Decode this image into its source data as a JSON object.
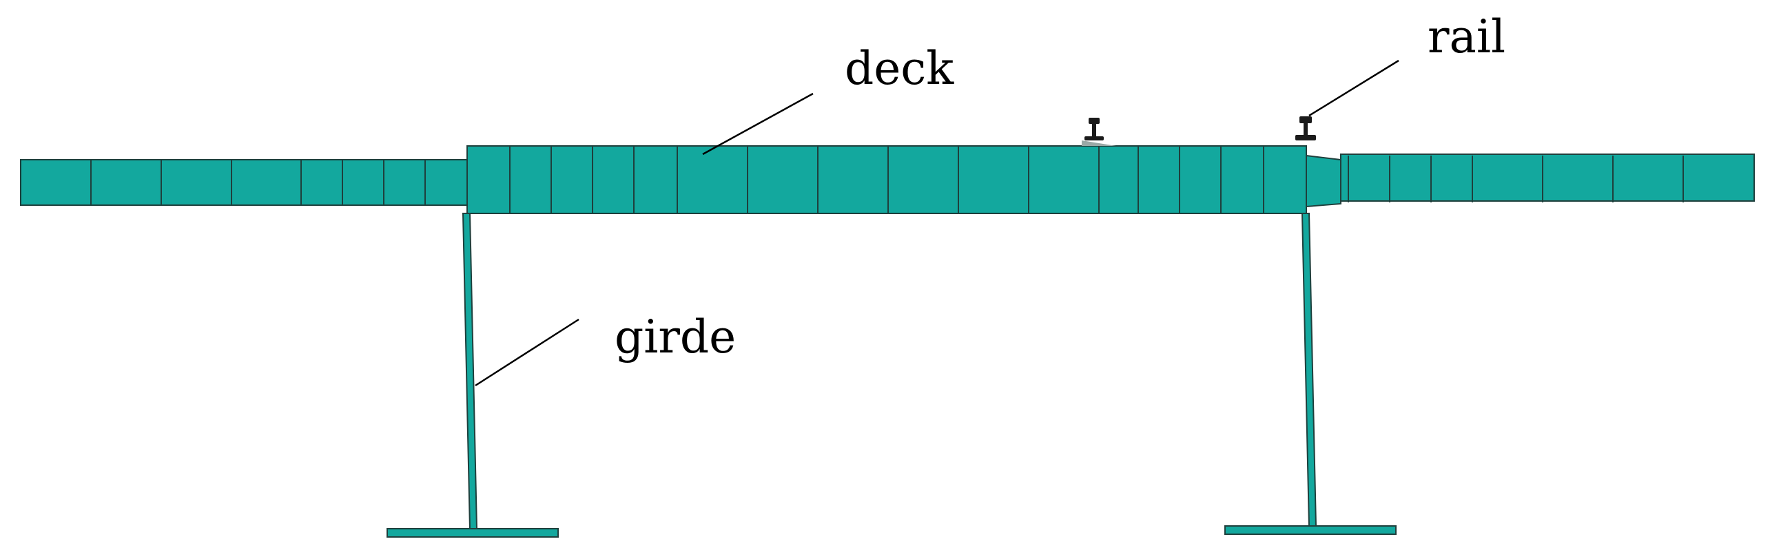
{
  "labels": {
    "deck": "deck",
    "rail": "rail",
    "girder": "girde"
  },
  "colors": {
    "structure": "#13A89E",
    "edge": "#1f3f3c",
    "leader": "#000000",
    "rail": "#1a1a1a",
    "background": "#ffffff"
  }
}
